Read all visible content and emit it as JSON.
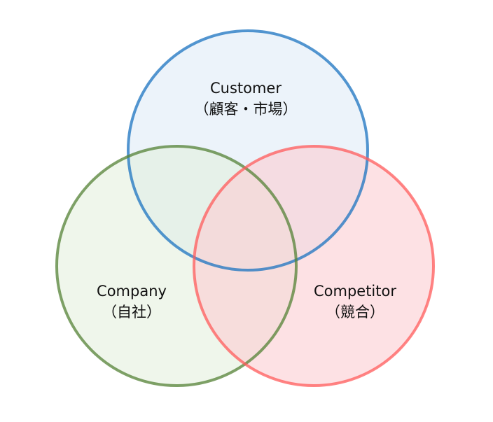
{
  "diagram": {
    "type": "venn",
    "circles": [
      {
        "id": "customer",
        "title": "Customer",
        "subtitle": "（顧客・市場）",
        "stroke_color": "#1B73C0",
        "fill_color": "#DDE9F6"
      },
      {
        "id": "company",
        "title": "Company",
        "subtitle": "（自社）",
        "stroke_color": "#548235",
        "fill_color": "#E2EFDA"
      },
      {
        "id": "competitor",
        "title": "Competitor",
        "subtitle": "（競合）",
        "stroke_color": "#FF5B5B",
        "fill_color": "#FCCDD2"
      }
    ]
  }
}
